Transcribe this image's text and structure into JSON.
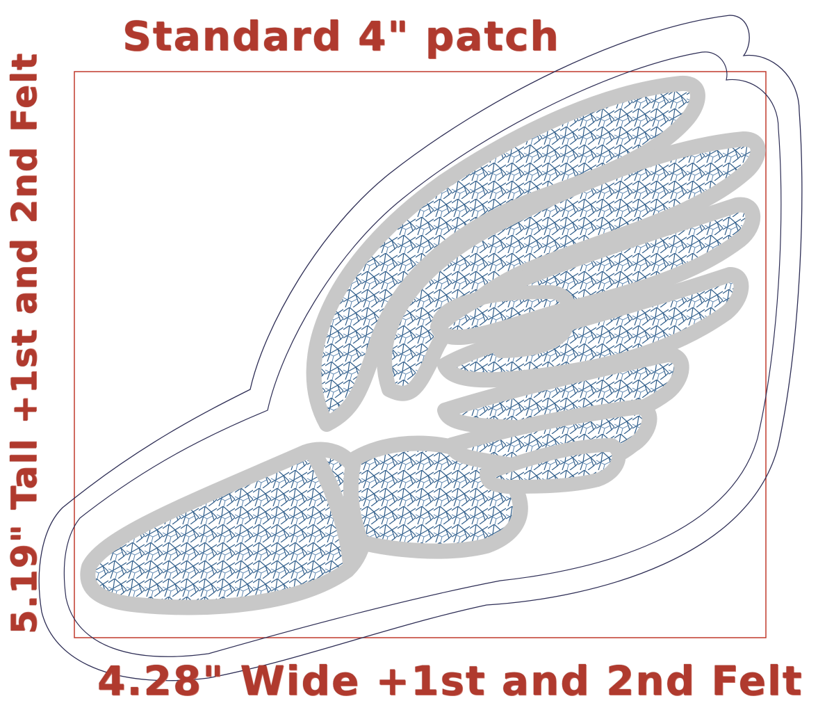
{
  "labels": {
    "title": "Standard 4\" patch",
    "width": "4.28\" Wide +1st and 2nd Felt",
    "height": "5.19\" Tall +1st and 2nd Felt"
  },
  "colors": {
    "label_red": "#b03a2e",
    "box_red": "#c0392b",
    "felt_outline": "#2c2c54",
    "satin_silver": "#c8c8c8",
    "fill_blue": "#2f5d8a"
  },
  "icons": {
    "artwork": "winged-foot-icon"
  }
}
